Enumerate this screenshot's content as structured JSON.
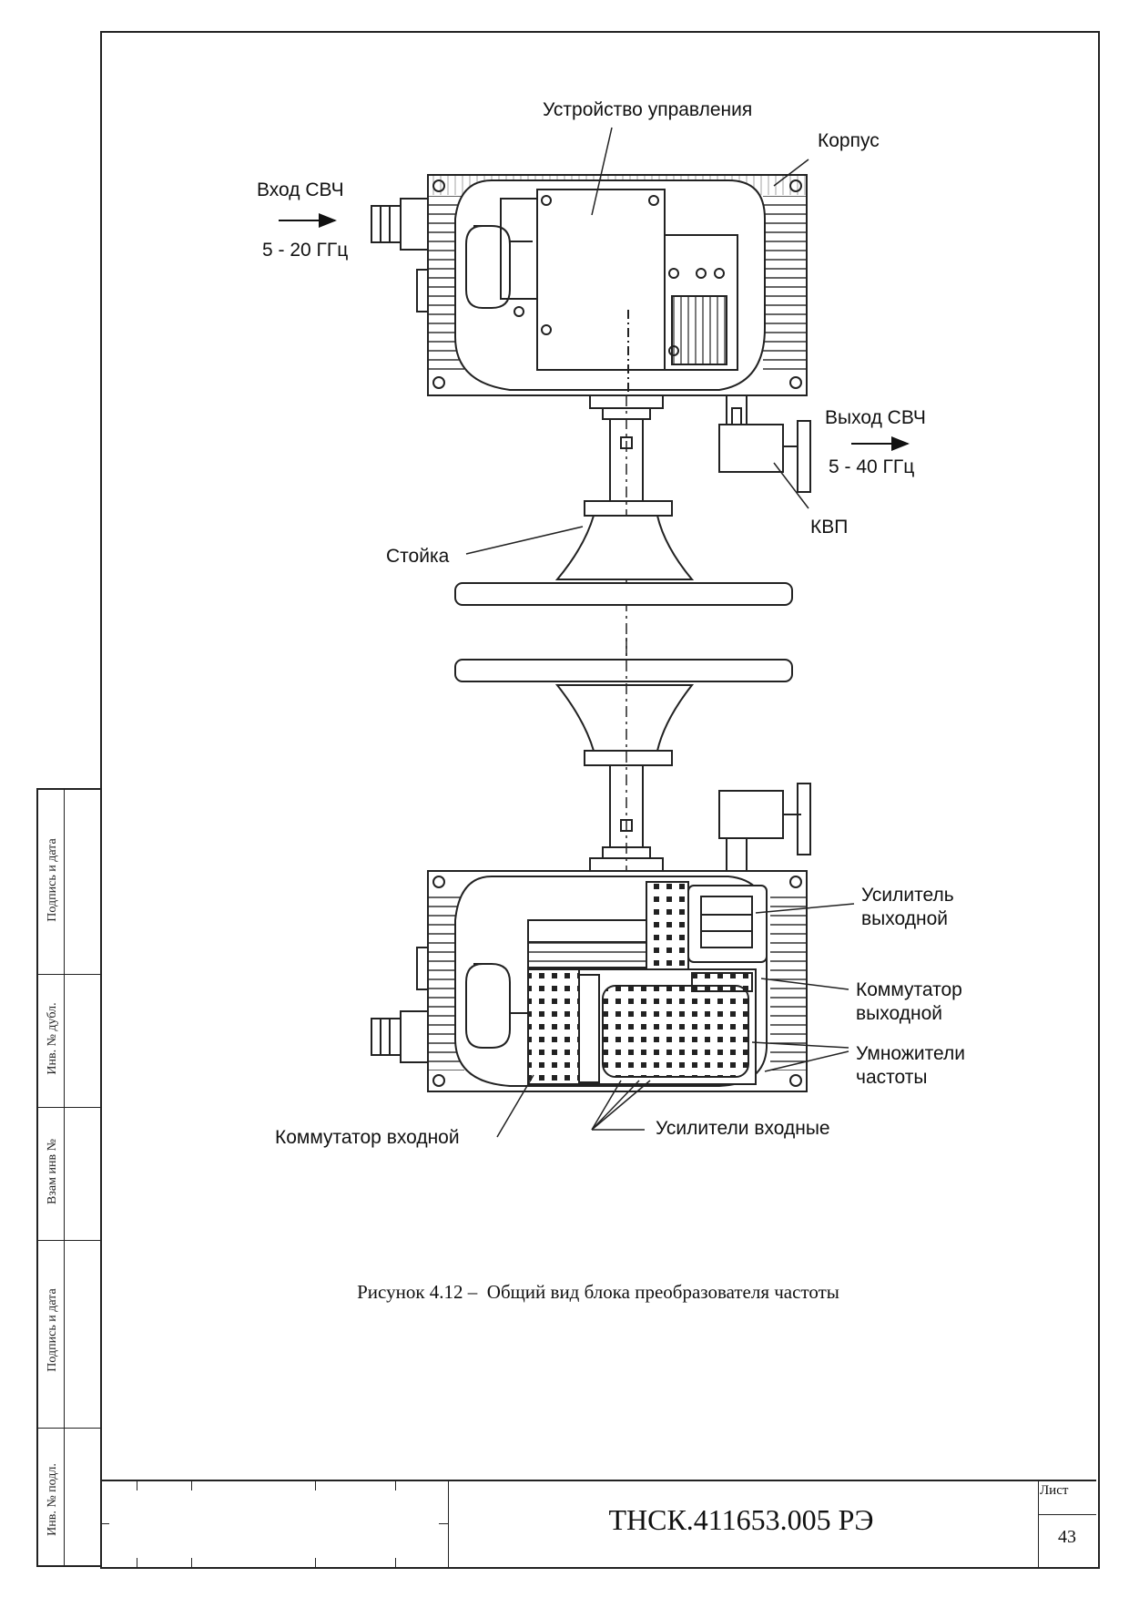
{
  "figure": {
    "labels": {
      "control_unit": "Устройство управления",
      "housing": "Корпус",
      "input_label": "Вход СВЧ",
      "input_freq": "5 - 20 ГГц",
      "output_label": "Выход СВЧ",
      "output_freq": "5 - 40 ГГц",
      "kvp": "КВП",
      "stand": "Стойка",
      "output_amp": "Усилитель\nвыходной",
      "output_switch": "Коммутатор\nвыходной",
      "freq_multipliers": "Умножители\nчастоты",
      "input_amps": "Усилители входные",
      "input_switch": "Коммутатор входной"
    },
    "caption": "Рисунок 4.12 –  Общий вид блока преобразователя частоты"
  },
  "side_stamp": {
    "fields": [
      "Подпись и дата",
      "Инв. № дубл.",
      "Взам инв №",
      "Подпись и дата",
      "Инв. № подл."
    ]
  },
  "title_block": {
    "doc_number": "ТНСК.411653.005 РЭ",
    "sheet_label": "Лист",
    "sheet_number": "43"
  }
}
